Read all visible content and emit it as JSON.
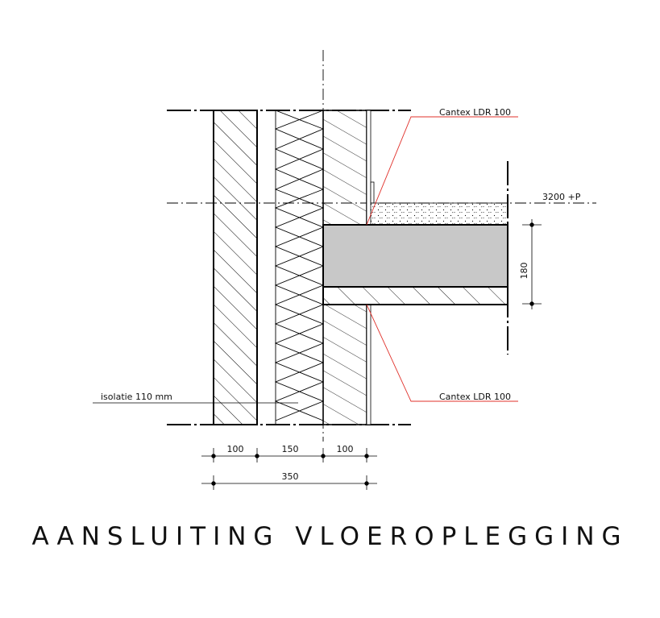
{
  "title": "AANSLUITING VLOEROPLEGGING",
  "labels": {
    "cantex_top": "Cantex LDR 100",
    "cantex_bottom": "Cantex LDR 100",
    "level": "3200 +P",
    "slab_thickness": "180",
    "insulation": "isolatie 110 mm"
  },
  "dimensions": {
    "d1": "100",
    "d2": "150",
    "d3": "100",
    "total": "350"
  },
  "colors": {
    "line": "#000000",
    "annotation": "#e0302a",
    "slab_fill": "#c8c8c8"
  }
}
